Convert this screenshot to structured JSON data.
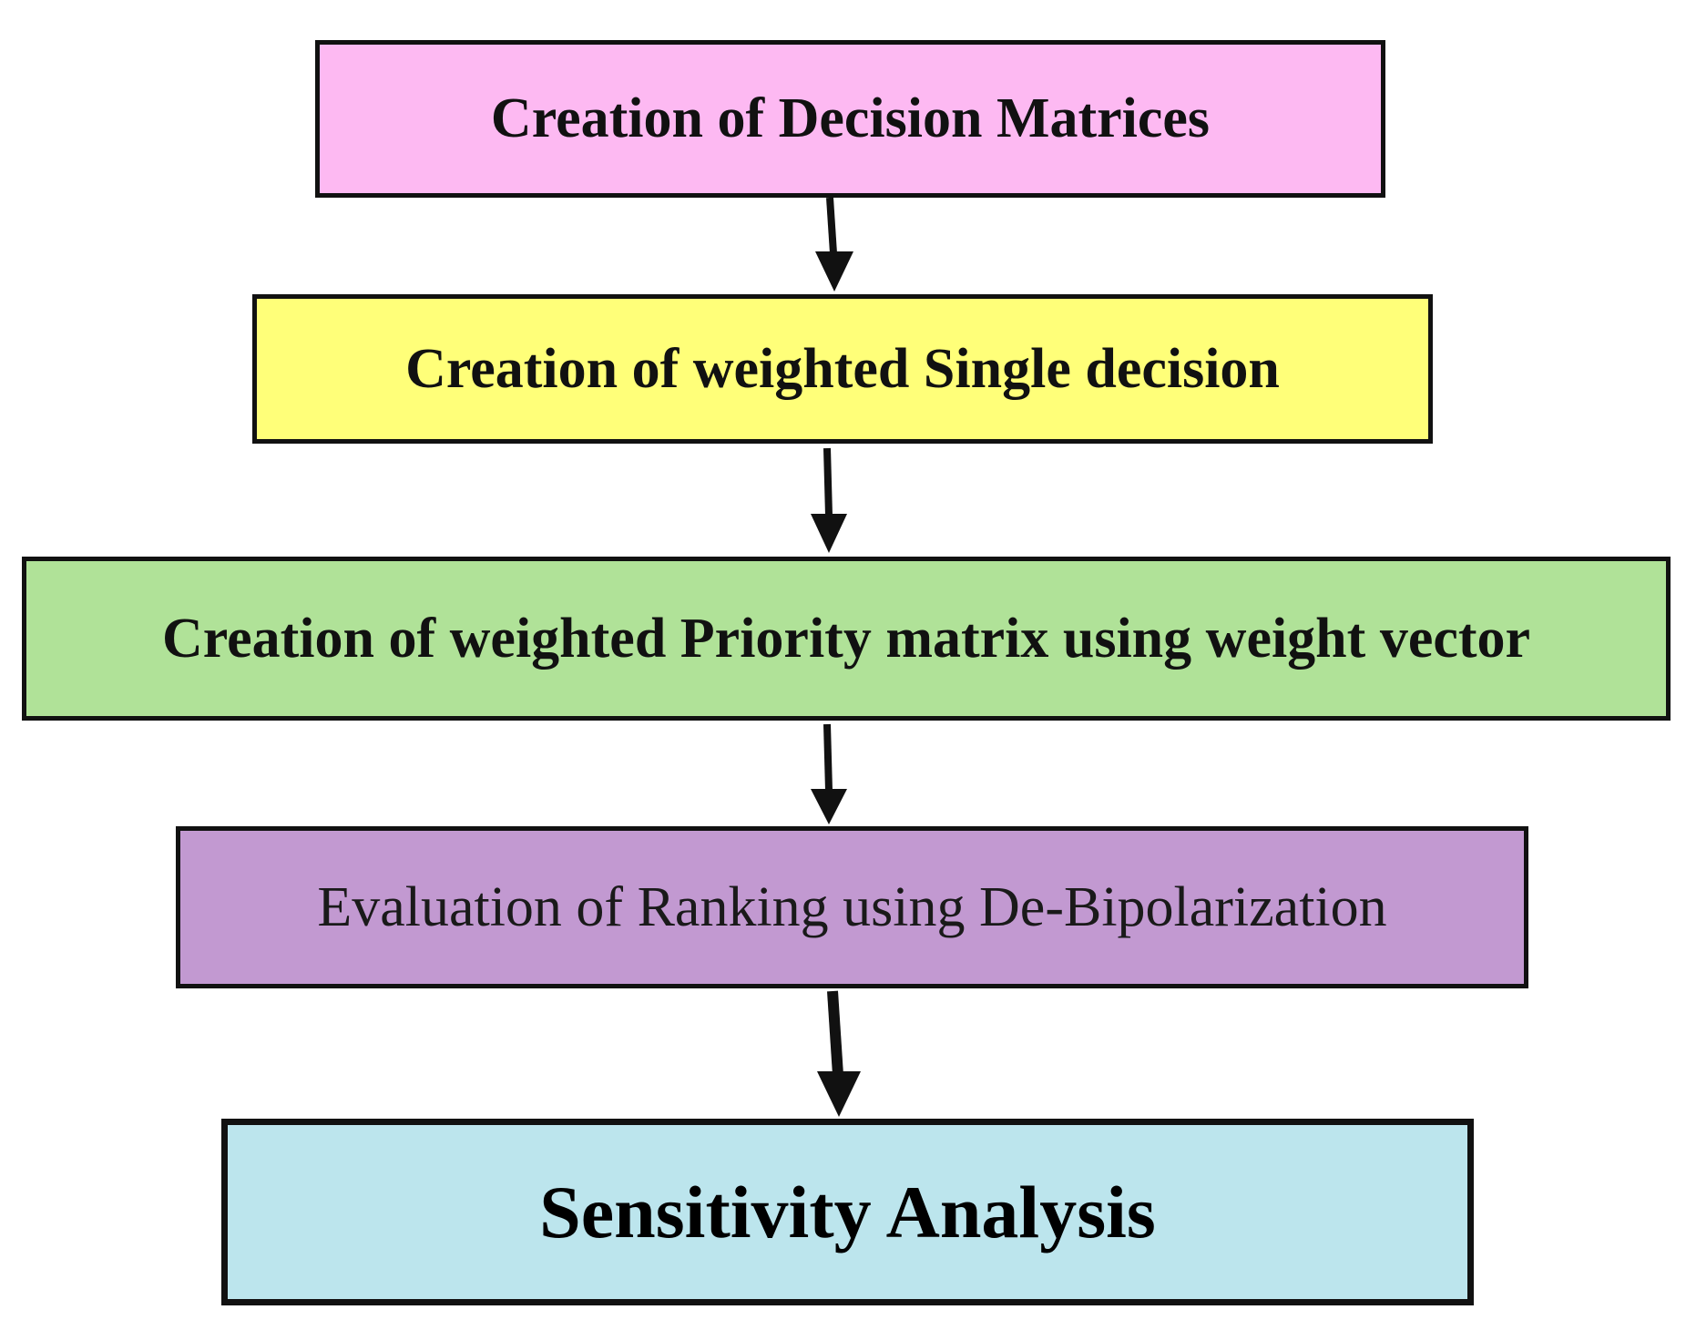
{
  "steps": [
    {
      "label": "Creation of Decision Matrices",
      "color": "#fdb9f2"
    },
    {
      "label": "Creation of weighted Single decision",
      "color": "#ffff79"
    },
    {
      "label": "Creation of weighted Priority matrix using weight vector",
      "color": "#b0e298"
    },
    {
      "label": "Evaluation of Ranking using De-Bipolarization",
      "color": "#c299d1"
    },
    {
      "label": "Sensitivity Analysis",
      "color": "#bce5ed"
    }
  ]
}
